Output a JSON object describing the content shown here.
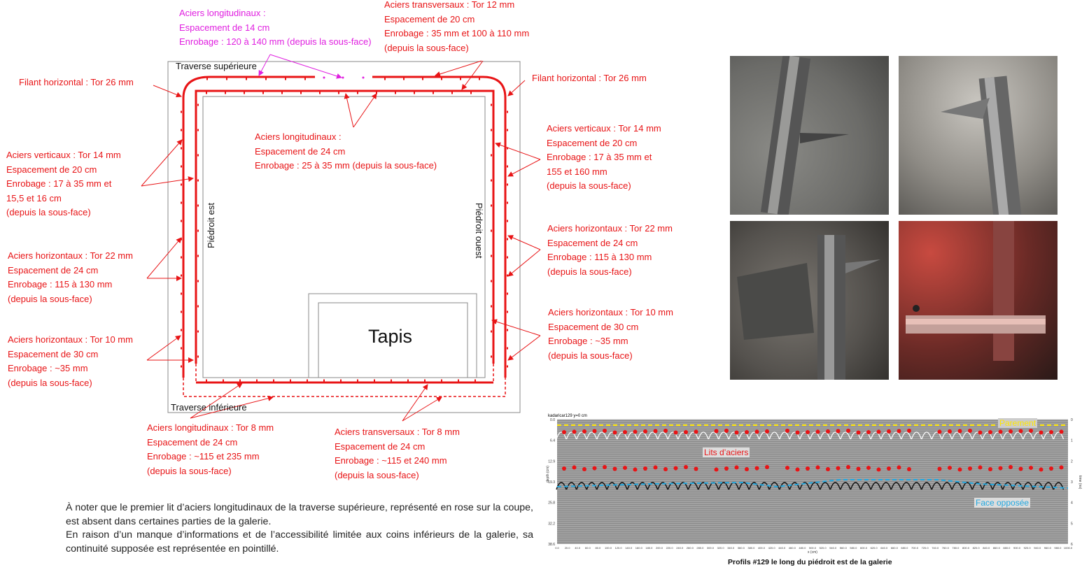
{
  "diagram": {
    "top_pink": {
      "lines": [
        "Aciers longitudinaux :",
        "Espacement de 14 cm",
        "Enrobage : 120 à 140 mm (depuis la sous-face)"
      ],
      "color": "#e020e0"
    },
    "top_right": {
      "lines": [
        "Aciers transversaux : Tor 12 mm",
        "Espacement de 20 cm",
        "Enrobage : 35 mm et 100 à 110 mm",
        "(depuis la sous-face)"
      ]
    },
    "filant_left": "Filant horizontal : Tor 26 mm",
    "filant_right": "Filant horizontal : Tor 26 mm",
    "center": {
      "lines": [
        "Aciers longitudinaux :",
        "Espacement de 24 cm",
        "Enrobage : 25 à 35 mm (depuis la sous-face)"
      ]
    },
    "left_vert": {
      "lines": [
        "Aciers verticaux : Tor 14 mm",
        "Espacement de 20 cm",
        "Enrobage : 17 à 35 mm et",
        "15,5 et 16 cm",
        "(depuis la sous-face)"
      ]
    },
    "left_h22": {
      "lines": [
        "Aciers horizontaux : Tor 22 mm",
        "Espacement de 24 cm",
        "Enrobage : 115 à 130 mm",
        "(depuis la sous-face)"
      ]
    },
    "left_h10": {
      "lines": [
        "Aciers horizontaux : Tor 10 mm",
        "Espacement de 30 cm",
        "Enrobage : ~35 mm",
        "(depuis la sous-face)"
      ]
    },
    "right_vert": {
      "lines": [
        "Aciers verticaux : Tor 14 mm",
        "Espacement de 20 cm",
        "Enrobage : 17 à 35 mm et",
        "155 et 160 mm",
        "(depuis la sous-face)"
      ]
    },
    "right_h22": {
      "lines": [
        "Aciers horizontaux : Tor 22 mm",
        "Espacement de 24 cm",
        "Enrobage : 115 à 130 mm",
        "(depuis la sous-face)"
      ]
    },
    "right_h10": {
      "lines": [
        "Aciers horizontaux : Tor 10 mm",
        "Espacement de 30 cm",
        "Enrobage : ~35 mm",
        "(depuis la sous-face)"
      ]
    },
    "bottom_long": {
      "lines": [
        "Aciers longitudinaux : Tor 8 mm",
        "Espacement de 24 cm",
        "Enrobage : ~115 et 235 mm",
        "(depuis la sous-face)"
      ]
    },
    "bottom_trans": {
      "lines": [
        "Aciers transversaux : Tor 8 mm",
        "Espacement de 24 cm",
        "Enrobage : ~115 et 240 mm",
        "(depuis la sous-face)"
      ]
    },
    "traverse_sup": "Traverse supérieure",
    "traverse_inf": "Traverse inférieure",
    "piedroit_est": "Piédroit est",
    "piedroit_ouest": "Piédroit ouest",
    "tapis": "Tapis",
    "red": "#e81416"
  },
  "note": {
    "p1": "À noter que le premier lit d’aciers longitudinaux de la traverse supérieure, représenté en rose sur la coupe, est absent dans certaines parties de la galerie.",
    "p2": "En raison d’un manque d’informations et de l’accessibilité limitée aux coins inférieurs de la galerie, sa continuité supposée est représentée en pointillé."
  },
  "radar": {
    "header": "kadaricar129   y=0 cm",
    "parement": "Parement",
    "lits": "Lits d’aciers",
    "face": "Face opposée",
    "left_ticks": [
      "0.0",
      "6.4",
      "12.9",
      "19.3",
      "25.8",
      "32.2",
      "38.6"
    ],
    "left_axis": "depth (cm)",
    "right_ticks": [
      "0",
      "1",
      "2",
      "3",
      "4",
      "5",
      "6"
    ],
    "right_axis": "time (ns)",
    "x_axis": "x (cm)",
    "caption": "Profils #129 le long du piédroit est de la galerie"
  }
}
